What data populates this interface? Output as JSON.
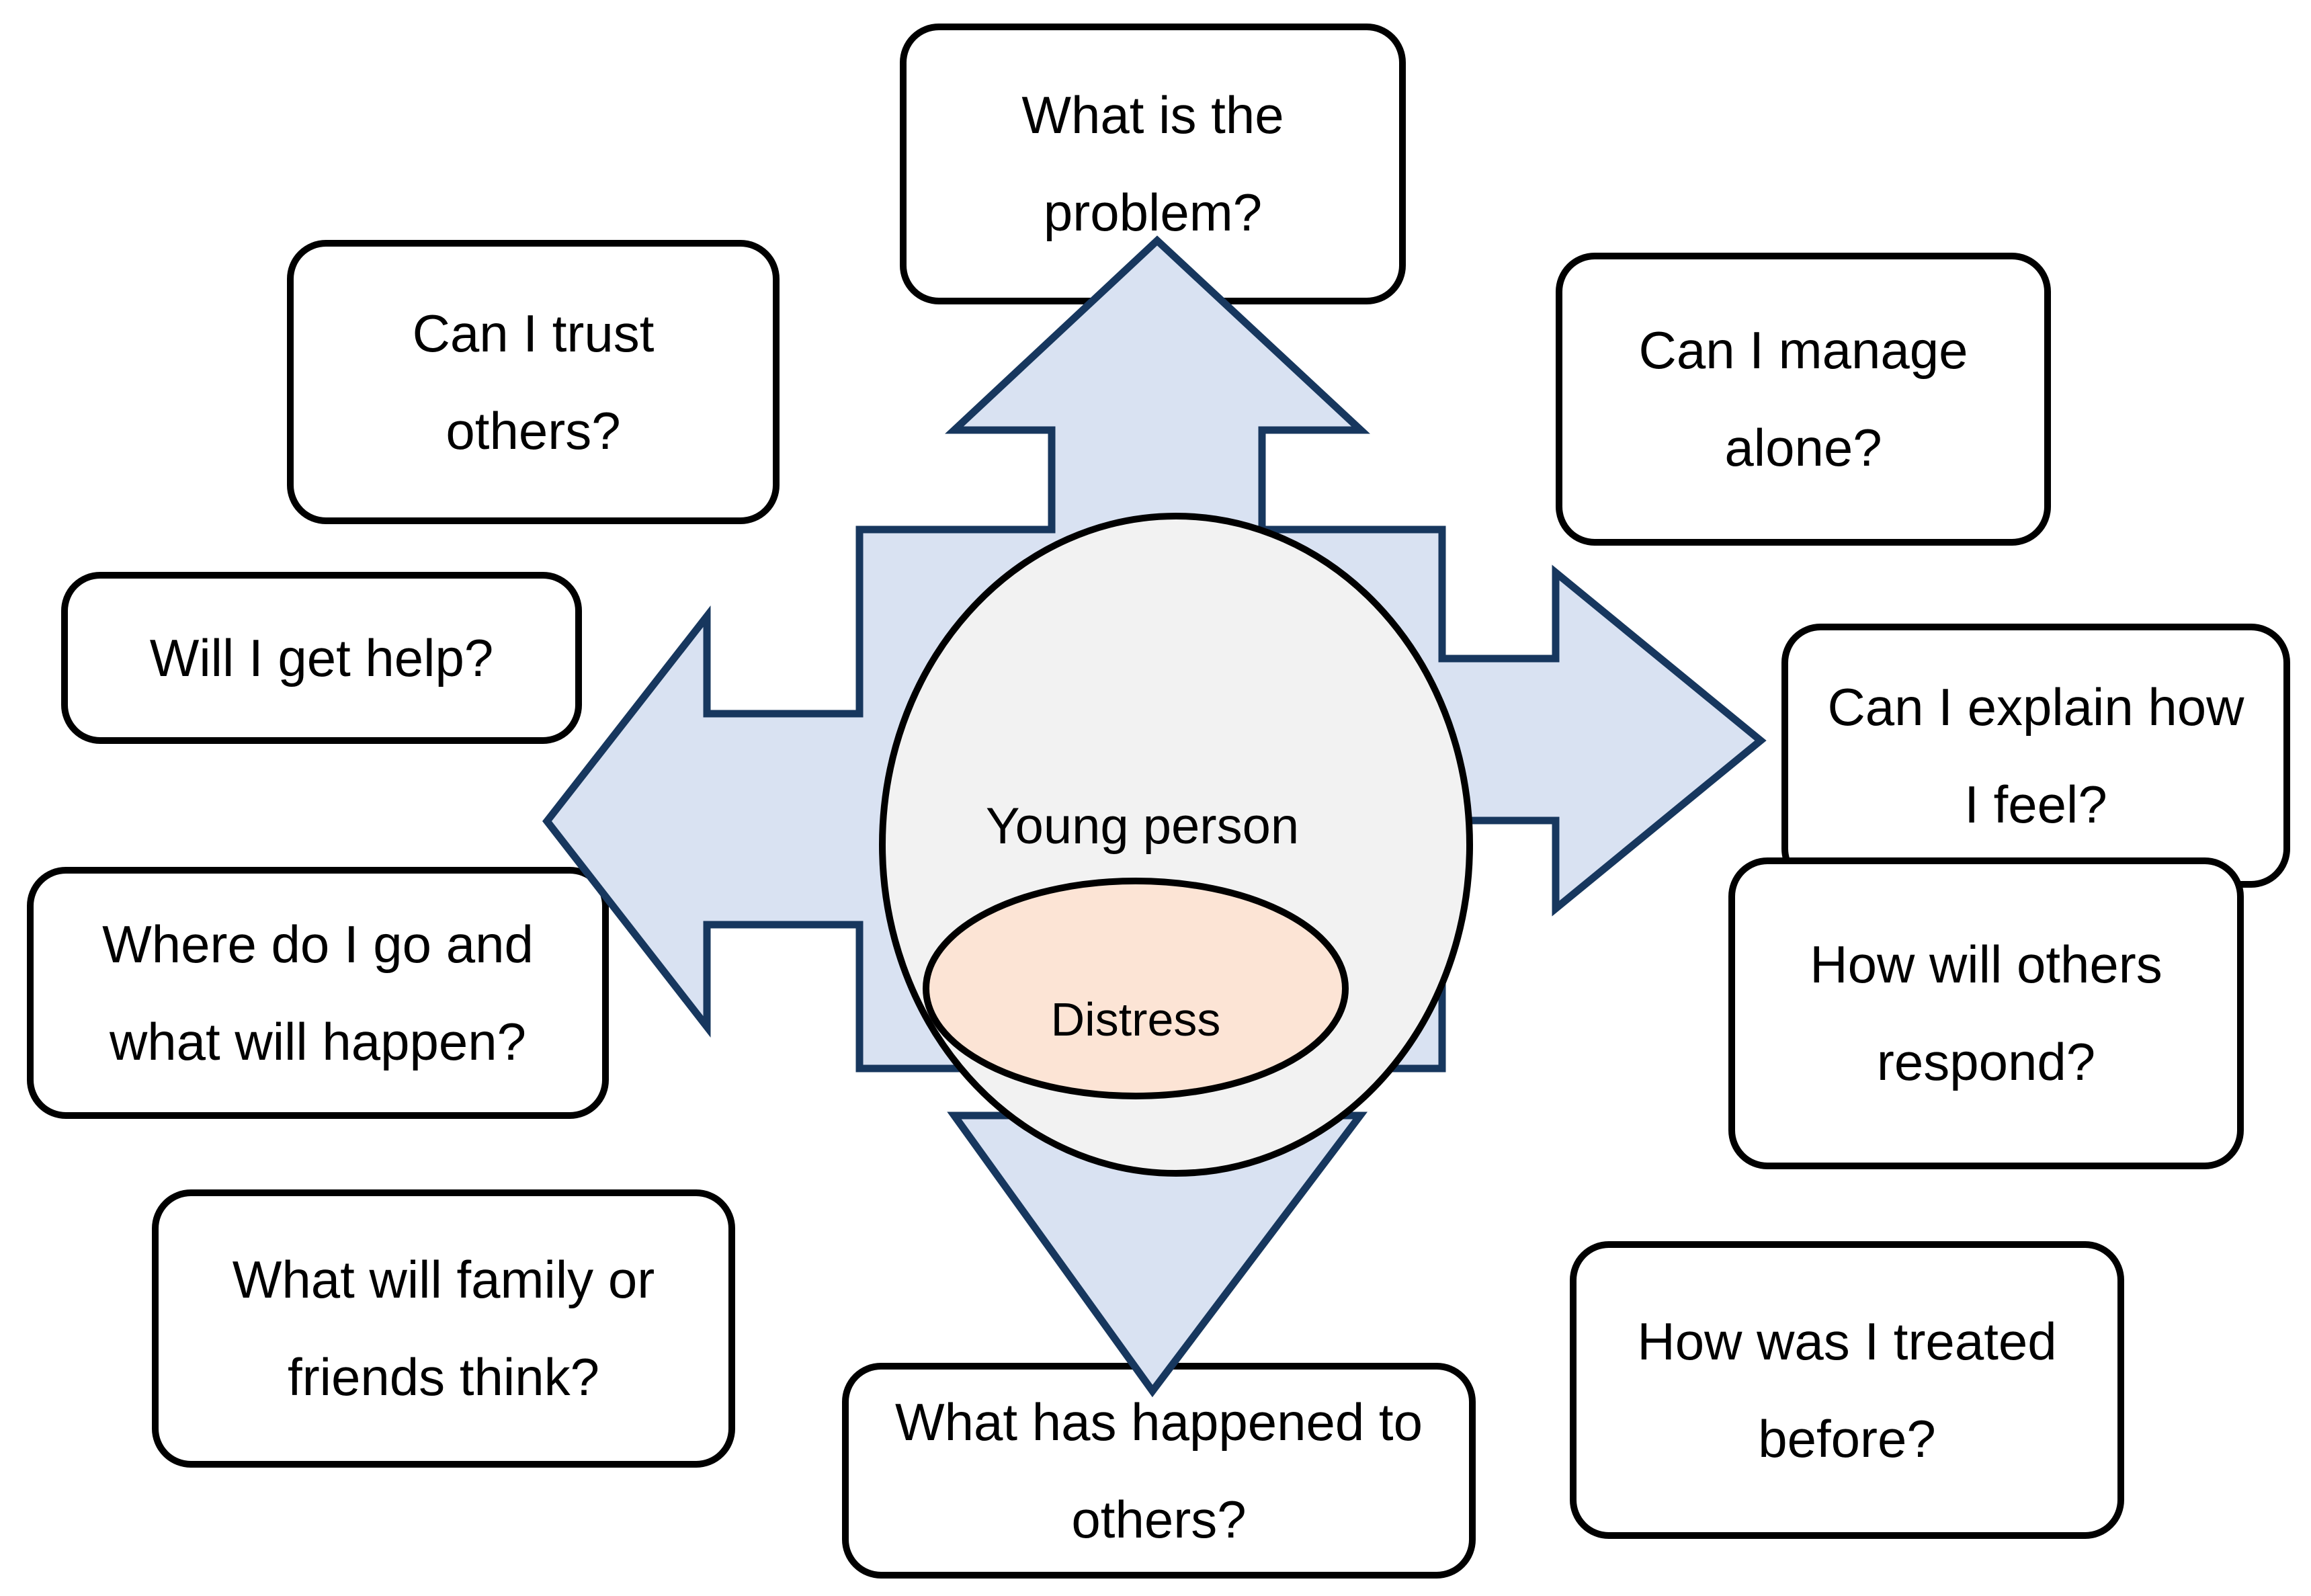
{
  "diagram": {
    "center": {
      "circle_label": "Young person",
      "ellipse_label": "Distress"
    },
    "boxes": {
      "top": {
        "lines": [
          "What is the",
          "problem?"
        ]
      },
      "top_left": {
        "lines": [
          "Can I trust",
          "others?"
        ]
      },
      "top_right": {
        "lines": [
          "Can I manage",
          "alone?"
        ]
      },
      "left": {
        "lines": [
          "Will I get help?"
        ]
      },
      "right": {
        "lines": [
          "Can I explain how",
          "I feel?"
        ]
      },
      "mid_left": {
        "lines": [
          "Where do I go and",
          "what will happen?"
        ]
      },
      "mid_right": {
        "lines": [
          "How will others",
          "respond?"
        ]
      },
      "bottom_left": {
        "lines": [
          "What will family or",
          "friends think?"
        ]
      },
      "bottom_right": {
        "lines": [
          "How was I treated",
          "before?"
        ]
      },
      "bottom": {
        "lines": [
          "What has happened to",
          "others?"
        ]
      }
    },
    "colors": {
      "arrow_fill": "#d9e2f2",
      "arrow_stroke": "#17375e",
      "circle_fill": "#f2f2f2",
      "ellipse_fill": "#fce4d5",
      "shape_stroke": "#000000"
    }
  }
}
